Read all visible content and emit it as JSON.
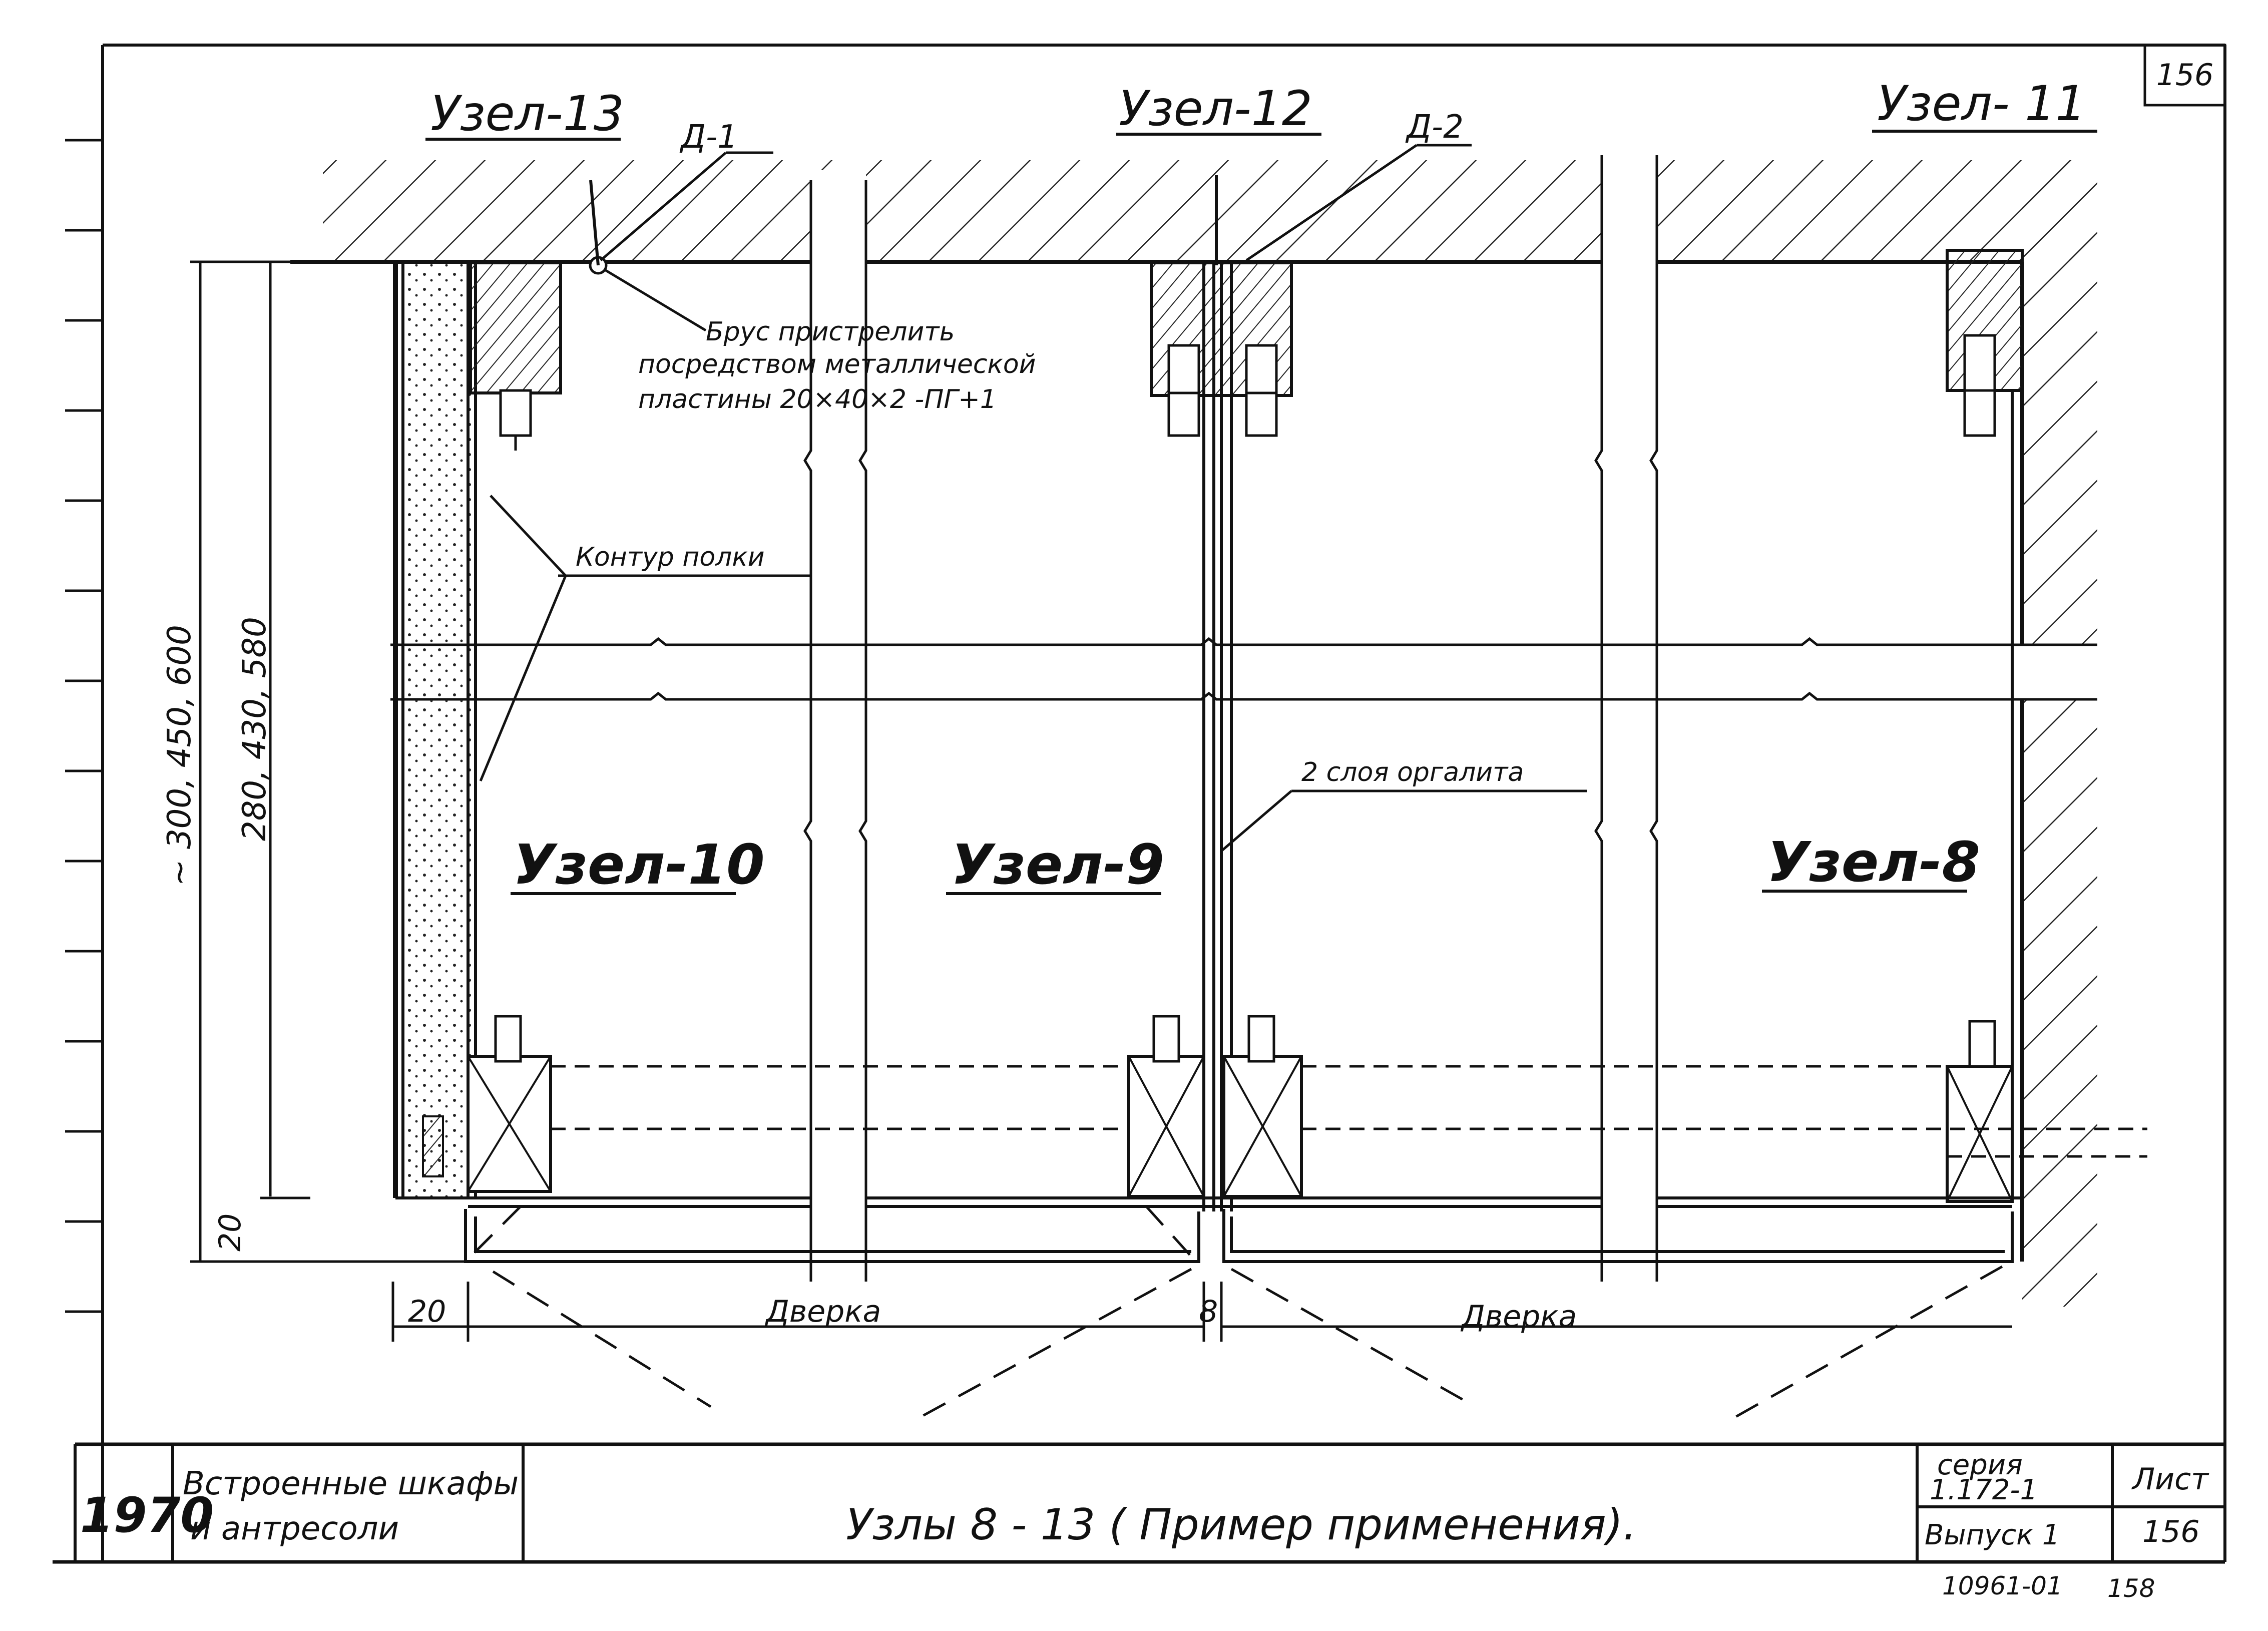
{
  "sheet_mark": "156",
  "nodes_top": {
    "left": "Узел-13",
    "center": "Узел-12",
    "right": "Узел- 11"
  },
  "nodes_bottom": {
    "left": "Узел-10",
    "center": "Узел-9",
    "right": "Узел-8"
  },
  "details": {
    "d1": "Д-1",
    "d2": "Д-2"
  },
  "notes": {
    "bar_line1": "Брус пристрелить",
    "bar_line2": "посредством металлической",
    "bar_line3": "пластины 20×40×2 -ПГ+1",
    "shelf_contour": "Контур полки",
    "orgalit": "2 слоя оргалита",
    "door_left": "Дверка",
    "door_right": "Дверка"
  },
  "dimensions": {
    "total_height": "~ 300, 450, 600",
    "inner_height": "280, 430, 580",
    "bottom_offset": "20",
    "left_gap": "20",
    "door_gap": "8"
  },
  "title_block": {
    "year": "1970",
    "subject_line1": "Встроенные шкафы",
    "subject_line2": "и антресоли",
    "title": "Узлы 8 - 13 ( Пример применения).",
    "series_label": "серия",
    "series_value": "1.172-1",
    "issue": "Выпуск 1",
    "sheet_label": "Лист",
    "sheet_value": "156",
    "doc_number": "10961-01",
    "page_number": "158"
  }
}
